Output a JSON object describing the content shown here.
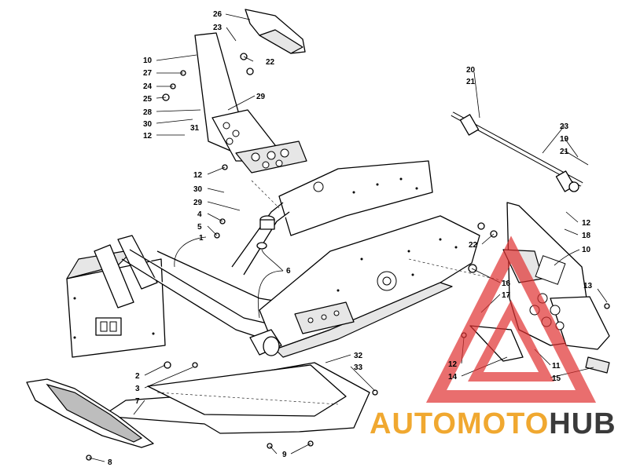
{
  "diagram": {
    "callouts": [
      {
        "id": "c26",
        "text": "26"
      },
      {
        "id": "c23a",
        "text": "23"
      },
      {
        "id": "c22a",
        "text": "22"
      },
      {
        "id": "c10a",
        "text": "10"
      },
      {
        "id": "c27",
        "text": "27"
      },
      {
        "id": "c24",
        "text": "24"
      },
      {
        "id": "c25",
        "text": "25"
      },
      {
        "id": "c29a",
        "text": "29"
      },
      {
        "id": "c28",
        "text": "28"
      },
      {
        "id": "c30a",
        "text": "30"
      },
      {
        "id": "c31",
        "text": "31"
      },
      {
        "id": "c12a",
        "text": "12"
      },
      {
        "id": "c20",
        "text": "20"
      },
      {
        "id": "c21a",
        "text": "21"
      },
      {
        "id": "c23b",
        "text": "23"
      },
      {
        "id": "c19",
        "text": "19"
      },
      {
        "id": "c21b",
        "text": "21"
      },
      {
        "id": "c12b",
        "text": "12"
      },
      {
        "id": "c30b",
        "text": "30"
      },
      {
        "id": "c29b",
        "text": "29"
      },
      {
        "id": "c4",
        "text": "4"
      },
      {
        "id": "c5",
        "text": "5"
      },
      {
        "id": "c1",
        "text": "1"
      },
      {
        "id": "c12c",
        "text": "12"
      },
      {
        "id": "c18",
        "text": "18"
      },
      {
        "id": "c22b",
        "text": "22"
      },
      {
        "id": "c10b",
        "text": "10"
      },
      {
        "id": "c6",
        "text": "6"
      },
      {
        "id": "c13",
        "text": "13"
      },
      {
        "id": "c16",
        "text": "16"
      },
      {
        "id": "c17",
        "text": "17"
      },
      {
        "id": "c32",
        "text": "32"
      },
      {
        "id": "c33",
        "text": "33"
      },
      {
        "id": "c2",
        "text": "2"
      },
      {
        "id": "c3",
        "text": "3"
      },
      {
        "id": "c7",
        "text": "7"
      },
      {
        "id": "c12d",
        "text": "12"
      },
      {
        "id": "c14",
        "text": "14"
      },
      {
        "id": "c11",
        "text": "11"
      },
      {
        "id": "c15",
        "text": "15"
      },
      {
        "id": "c9",
        "text": "9"
      },
      {
        "id": "c8",
        "text": "8"
      }
    ]
  },
  "watermark": {
    "word_a": "AUTOMOTO",
    "word_b": "HUB",
    "color_a": "#f0a830",
    "color_b": "#3a3a3a",
    "triangle_color": "#e03030"
  }
}
